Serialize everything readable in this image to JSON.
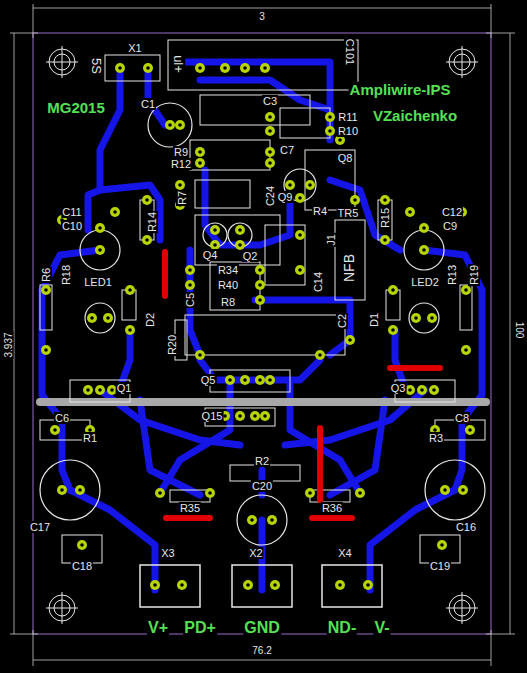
{
  "diagram": {
    "labels": [
      "3",
      "3.937",
      "100",
      "76.2",
      "5S",
      "X1",
      "ul+",
      "C101",
      "MG2015",
      "Ampliwire-IPS",
      "VZaichenko",
      "C1",
      "C3",
      "R11",
      "R10",
      "R9",
      "R12",
      "C7",
      "Q8",
      "R7",
      "C24",
      "Q9",
      "R4",
      "TR5",
      "C11",
      "C10",
      "R14",
      "Q4",
      "Q2",
      "J1",
      "NFB",
      "C14",
      "R15",
      "C12",
      "C9",
      "R6",
      "R18",
      "LED1",
      "D2",
      "R34",
      "R40",
      "R8",
      "C5",
      "C2",
      "LED2",
      "D1",
      "R13",
      "R19",
      "R20",
      "Q5",
      "Q1",
      "Q3",
      "Q15",
      "C6",
      "R1",
      "R3",
      "C8",
      "R2",
      "C20",
      "C17",
      "C16",
      "R35",
      "R36",
      "C18",
      "C19",
      "X3",
      "X2",
      "X4",
      "V+",
      "PD+",
      "GND",
      "ND-",
      "V-"
    ]
  }
}
